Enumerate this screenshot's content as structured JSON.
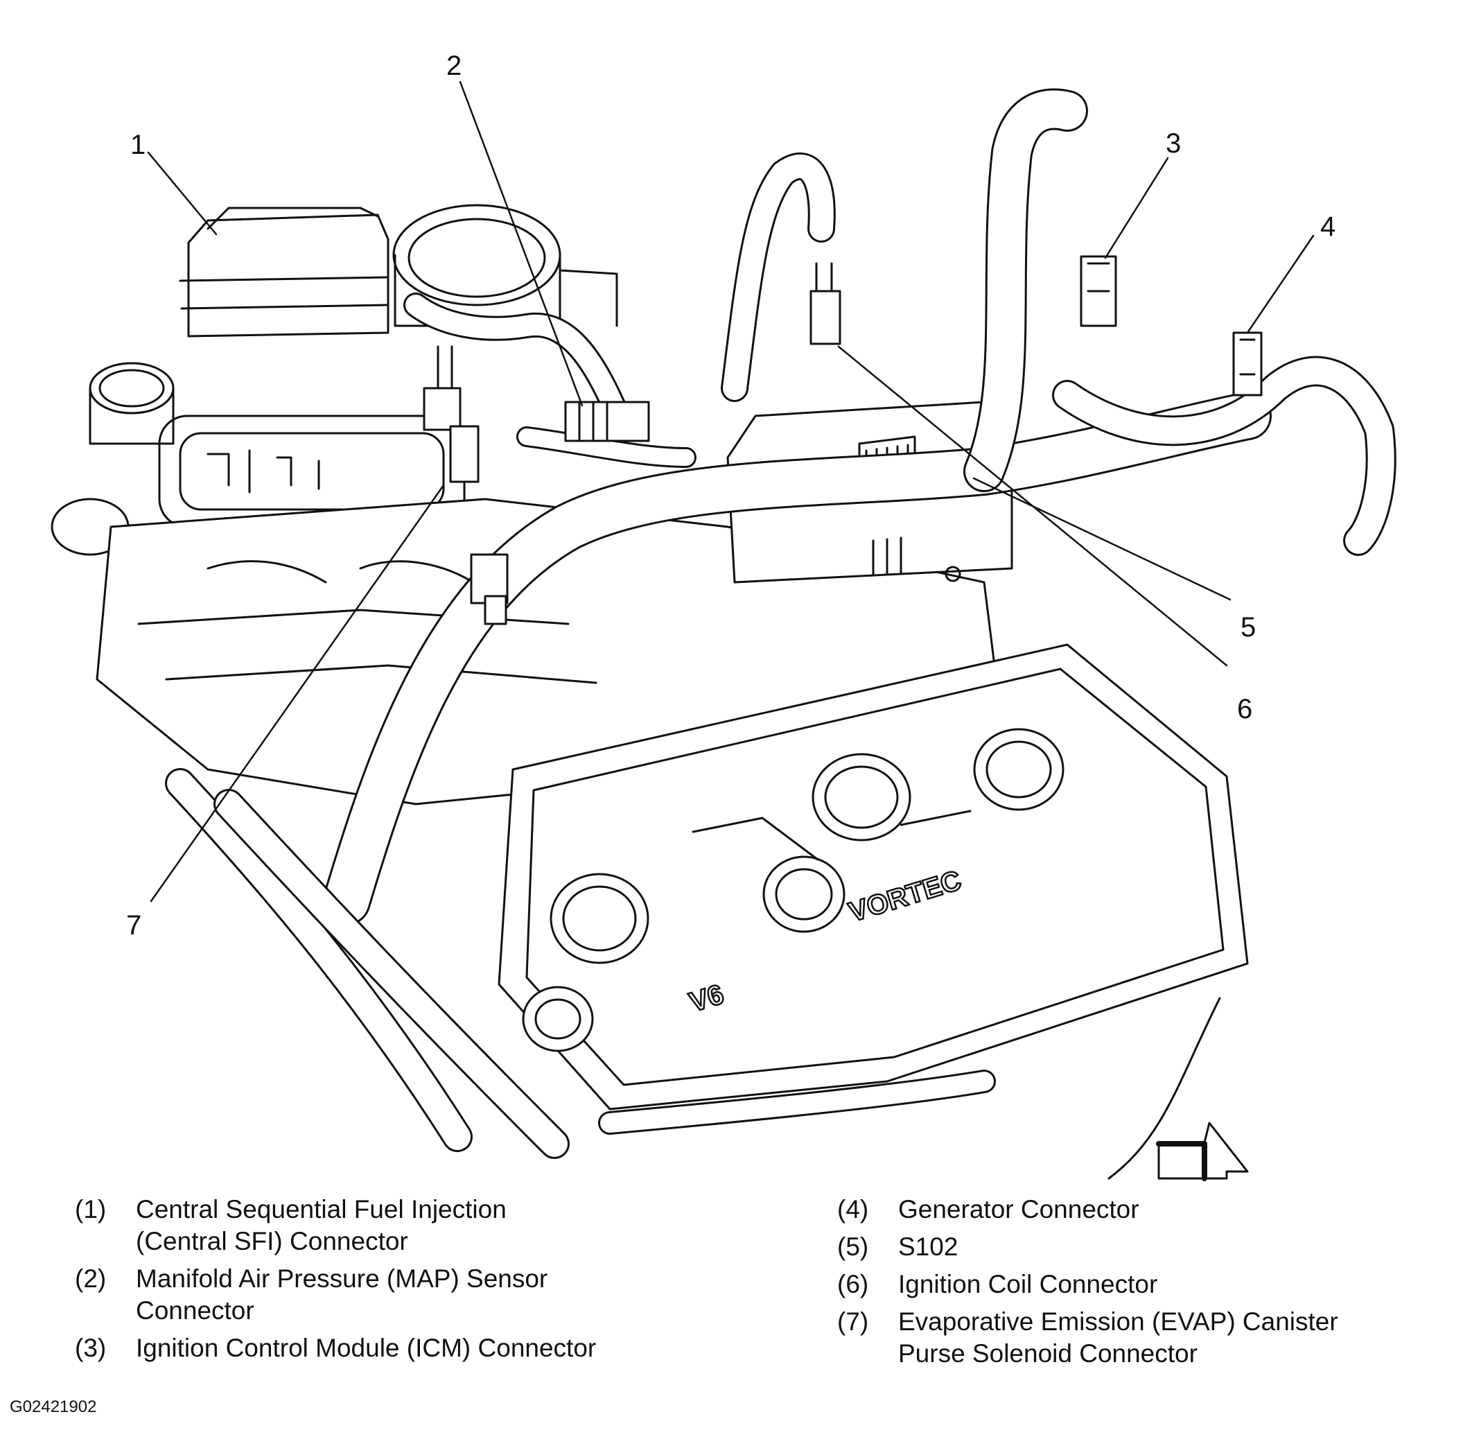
{
  "callouts": [
    "1",
    "2",
    "3",
    "4",
    "5",
    "6",
    "7"
  ],
  "engine_cover_text": {
    "brand": "VORTEC",
    "engine": "V6"
  },
  "legend": {
    "left": [
      {
        "num": "(1)",
        "lines": [
          "Central Sequential Fuel Injection",
          "(Central SFI) Connector"
        ]
      },
      {
        "num": "(2)",
        "lines": [
          "Manifold Air Pressure (MAP) Sensor",
          "Connector"
        ]
      },
      {
        "num": "(3)",
        "lines": [
          "Ignition Control Module (ICM) Connector"
        ]
      }
    ],
    "right": [
      {
        "num": "(4)",
        "lines": [
          "Generator Connector"
        ]
      },
      {
        "num": "(5)",
        "lines": [
          "S102"
        ]
      },
      {
        "num": "(6)",
        "lines": [
          "Ignition Coil Connector"
        ]
      },
      {
        "num": "(7)",
        "lines": [
          "Evaporative Emission (EVAP) Canister",
          "Purse Solenoid Connector"
        ]
      }
    ]
  },
  "figure_id": "G02421902"
}
